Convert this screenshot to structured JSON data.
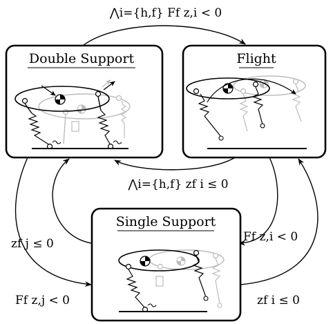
{
  "states": {
    "double_support": {
      "title": "Double Support"
    },
    "flight": {
      "title": "Flight"
    },
    "single_support": {
      "title": "Single Support"
    }
  },
  "transitions": {
    "top": "⋀i={h,f} Ff z,i < 0",
    "middle": "⋀i={h,f} zf i ≤ 0",
    "left_inner": "zf j ≤ 0",
    "left_outer": "Ff z,j < 0",
    "right_inner": "Ff z,i < 0",
    "right_outer": "zf i ≤ 0"
  }
}
